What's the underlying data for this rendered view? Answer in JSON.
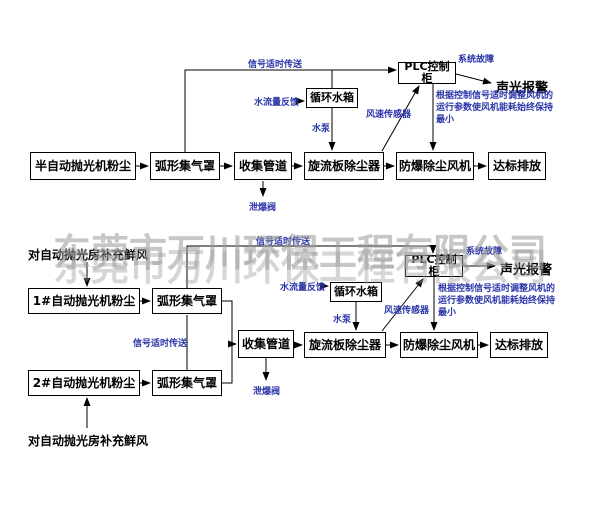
{
  "watermark": "东莞市万川环保工程有限公司",
  "colors": {
    "line": "#000000",
    "box_border": "#000000",
    "label_blue": "#2a35a8",
    "watermark_gray": "#9b9b9b"
  },
  "flow_top": {
    "source": "半自动抛光机粉尘",
    "hood": "弧形集气罩",
    "pipe": "收集管道",
    "scrubber": "旋流板除尘器",
    "fan": "防爆除尘风机",
    "outlet": "达标排放",
    "plc": "PLC控制柜",
    "alarm": "声光报警",
    "fault": "系统故障",
    "signal": "信号适时传送",
    "tank": "循环水箱",
    "feedback": "水流量反馈",
    "pump": "水泵",
    "sensor": "风速传感器",
    "note": "根据控制信号适时调整风机的运行参数使风机能耗始终保持最小",
    "relief": "泄爆阀"
  },
  "flow_bottom": {
    "fresh_top": "对自动抛光房补充鲜风",
    "fresh_bottom": "对自动抛光房补充鲜风",
    "source1": "1#自动抛光机粉尘",
    "source2": "2#自动抛光机粉尘",
    "hood1": "弧形集气罩",
    "hood2": "弧形集气罩",
    "pipe": "收集管道",
    "scrubber": "旋流板除尘器",
    "fan": "防爆除尘风机",
    "outlet": "达标排放",
    "plc": "PLC控制柜",
    "alarm": "声光报警",
    "fault": "系统故障",
    "signal_top": "信号适时传送",
    "signal_mid": "信号适时传送",
    "tank": "循环水箱",
    "feedback": "水流量反馈",
    "pump": "水泵",
    "sensor": "风速传感器",
    "note": "根据控制信号适时调整风机的运行参数使风机能耗始终保持最小",
    "relief": "泄爆阀"
  }
}
